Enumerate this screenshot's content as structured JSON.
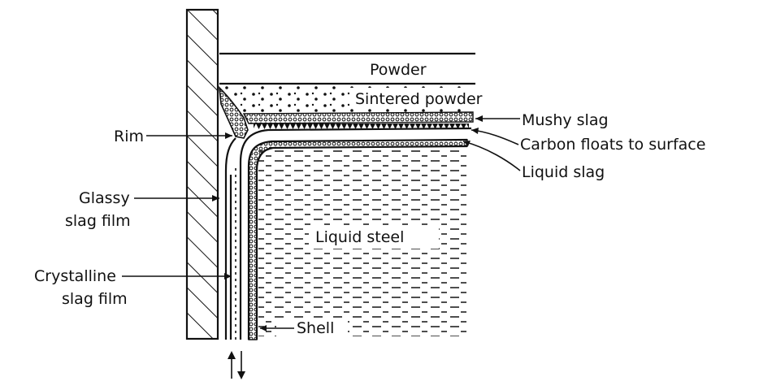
{
  "labels": {
    "powder": "Powder",
    "sintered_powder": "Sintered powder",
    "mushy_slag": "Mushy slag",
    "carbon_floats": "Carbon floats to surface",
    "liquid_slag": "Liquid slag",
    "rim": "Rim",
    "glassy_line1": "Glassy",
    "glassy_line2": "slag film",
    "crystalline_line1": "Crystalline",
    "crystalline_line2": "slag film",
    "liquid_steel": "Liquid steel",
    "shell": "Shell"
  },
  "colors": {
    "ink": "#111111",
    "paper": "#ffffff"
  },
  "icons": {
    "oscillation": "up-down-arrows-icon"
  }
}
